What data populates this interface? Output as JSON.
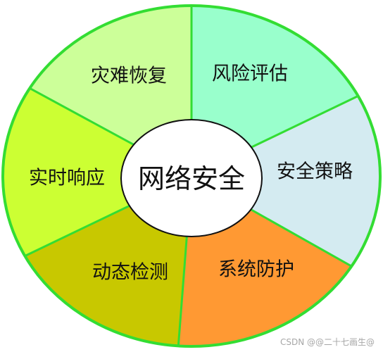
{
  "center": {
    "label": "网络安全",
    "fill": "#ffffff"
  },
  "segments": [
    {
      "label": "风险评估",
      "fill": "#99ffcc"
    },
    {
      "label": "安全策略",
      "fill": "#d4ebf1"
    },
    {
      "label": "系统防护",
      "fill": "#ff9933"
    },
    {
      "label": "动态检测",
      "fill": "#c8c800"
    },
    {
      "label": "实时响应",
      "fill": "#ccff33"
    },
    {
      "label": "灾难恢复",
      "fill": "#ccff99"
    }
  ],
  "colors": {
    "border": "#33dd33",
    "divider": "#33dd33",
    "center_border": "#111111"
  },
  "watermark": "CSDN @@二十七画生@"
}
